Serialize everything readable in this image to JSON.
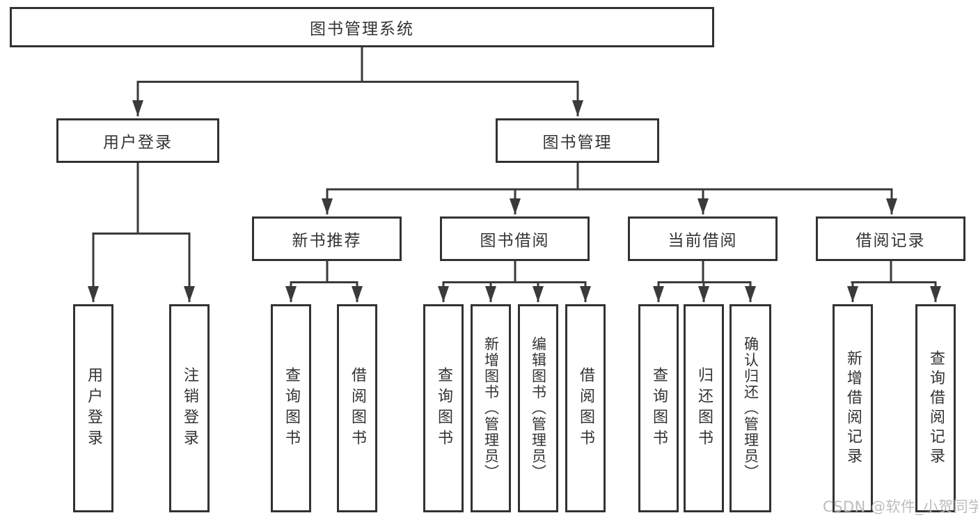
{
  "diagram": {
    "root": {
      "label": "图书管理系统"
    },
    "level2": [
      {
        "label": "用户登录"
      },
      {
        "label": "图书管理"
      }
    ],
    "level3": [
      {
        "label": "新书推荐",
        "parent": "图书管理"
      },
      {
        "label": "图书借阅",
        "parent": "图书管理"
      },
      {
        "label": "当前借阅",
        "parent": "图书管理"
      },
      {
        "label": "借阅记录",
        "parent": "图书管理"
      }
    ],
    "leaves": [
      {
        "label": "用户登录",
        "parent": "用户登录"
      },
      {
        "label": "注销登录",
        "parent": "用户登录"
      },
      {
        "label": "查询图书",
        "parent": "新书推荐"
      },
      {
        "label": "借阅图书",
        "parent": "新书推荐"
      },
      {
        "label": "查询图书",
        "parent": "图书借阅"
      },
      {
        "label": "新增图书（管理员）",
        "parent": "图书借阅"
      },
      {
        "label": "编辑图书（管理员）",
        "parent": "图书借阅"
      },
      {
        "label": "借阅图书",
        "parent": "图书借阅"
      },
      {
        "label": "查询图书",
        "parent": "当前借阅"
      },
      {
        "label": "归还图书",
        "parent": "当前借阅"
      },
      {
        "label": "确认归还（管理员）",
        "parent": "当前借阅"
      },
      {
        "label": "新增借阅记录",
        "parent": "借阅记录"
      },
      {
        "label": "查询借阅记录",
        "parent": "借阅记录"
      }
    ],
    "watermark": "CSDN @软件_小贺同学",
    "colors": {
      "line": "#3a3a3a",
      "text": "#333333",
      "watermark": "#bdbdbd",
      "background": "#ffffff"
    }
  }
}
